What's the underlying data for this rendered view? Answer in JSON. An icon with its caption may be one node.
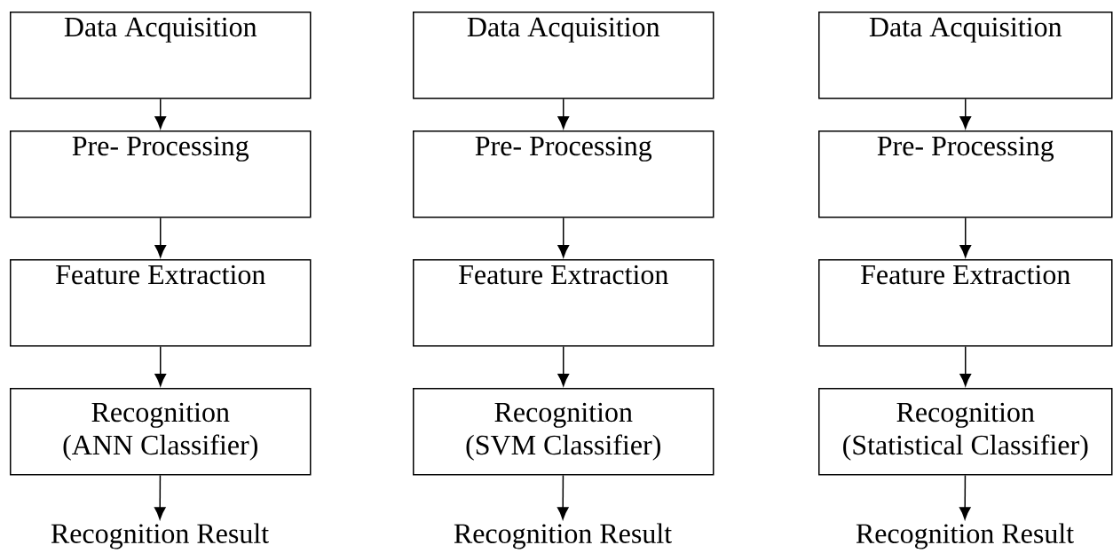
{
  "diagram": {
    "nodes": [
      {
        "text": [
          "Data Acquisition"
        ]
      },
      {
        "text": [
          "Pre- Processing"
        ]
      },
      {
        "text": [
          "Feature Extraction"
        ]
      },
      {
        "text": [
          "Recognition (ANN Classifier)"
        ]
      },
      {
        "text": [
          "Recognition Result"
        ]
      },
      {
        "text": [
          "Data Acquisition"
        ]
      },
      {
        "text": [
          "Pre- Processing"
        ]
      },
      {
        "text": [
          "Feature Extraction"
        ]
      },
      {
        "text": [
          "Recognition (SVM Classifier)"
        ]
      },
      {
        "text": [
          "Recognition Result"
        ]
      },
      {
        "text": [
          "Data Acquisition"
        ]
      },
      {
        "text": [
          "Pre- Processing"
        ]
      },
      {
        "text": [
          "Feature Extraction"
        ]
      },
      {
        "text": [
          "Recognition (Statistical Classifier)"
        ]
      },
      {
        "text": [
          "Recognition Result"
        ]
      }
    ],
    "edges": [
      {
        "from": 0,
        "to": 1,
        "arrow": "to"
      },
      {
        "from": 1,
        "to": 2,
        "arrow": "to"
      },
      {
        "from": 2,
        "to": 3,
        "arrow": "to"
      },
      {
        "from": 3,
        "to": 4,
        "arrow": "to"
      },
      {
        "from": 5,
        "to": 6,
        "arrow": "to"
      },
      {
        "from": 6,
        "to": 7,
        "arrow": "to"
      },
      {
        "from": 7,
        "to": 8,
        "arrow": "to"
      },
      {
        "from": 8,
        "to": 9,
        "arrow": "to"
      },
      {
        "from": 10,
        "to": 11,
        "arrow": "to"
      },
      {
        "from": 11,
        "to": 12,
        "arrow": "to"
      },
      {
        "from": 12,
        "to": 13,
        "arrow": "to"
      },
      {
        "from": 13,
        "to": 14,
        "arrow": "to"
      }
    ]
  }
}
